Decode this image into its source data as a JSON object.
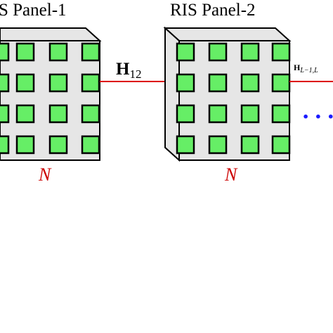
{
  "panel1": {
    "title": "S Panel-1",
    "size_label": "N"
  },
  "panel2": {
    "title": "RIS Panel-2",
    "size_label": "N"
  },
  "channel_12": {
    "symbol": "H",
    "subscript": "12"
  },
  "channel_last": {
    "symbol": "H",
    "subscript": "L−1,L"
  },
  "ellipsis": "• • •",
  "colors": {
    "panel_fill": "#e6e6e6",
    "element_fill": "#66ee66",
    "arrow": "#dd0000",
    "size_label": "#cc0000",
    "dots": "#1a1aff"
  },
  "grid": {
    "rows": 4,
    "cols": 4
  }
}
